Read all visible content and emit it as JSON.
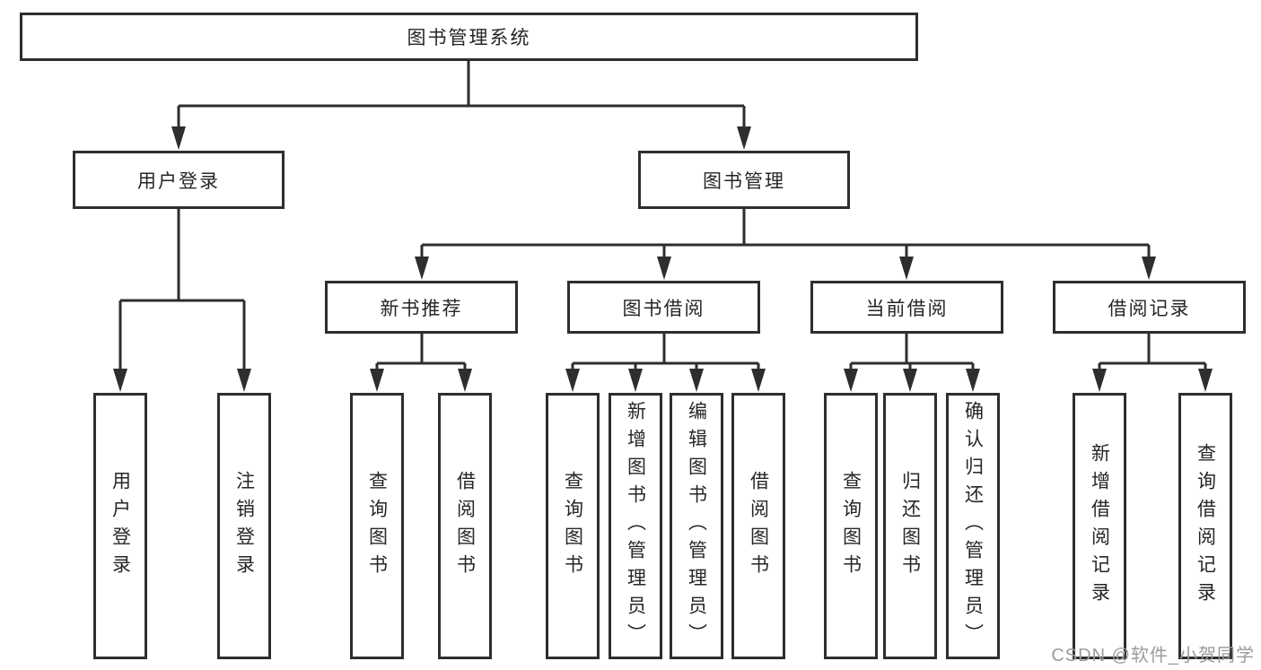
{
  "diagram": {
    "title": "图书管理系统",
    "level2": [
      {
        "label": "用户登录"
      },
      {
        "label": "图书管理"
      }
    ],
    "level3": [
      {
        "label": "新书推荐",
        "parent": "图书管理"
      },
      {
        "label": "图书借阅",
        "parent": "图书管理"
      },
      {
        "label": "当前借阅",
        "parent": "图书管理"
      },
      {
        "label": "借阅记录",
        "parent": "图书管理"
      }
    ],
    "leaves": [
      {
        "label": "用户登录",
        "parent": "用户登录"
      },
      {
        "label": "注销登录",
        "parent": "用户登录"
      },
      {
        "label": "查询图书",
        "parent": "新书推荐"
      },
      {
        "label": "借阅图书",
        "parent": "新书推荐"
      },
      {
        "label": "查询图书",
        "parent": "图书借阅"
      },
      {
        "label": "新增图书（管理员）",
        "parent": "图书借阅"
      },
      {
        "label": "编辑图书（管理员）",
        "parent": "图书借阅"
      },
      {
        "label": "借阅图书",
        "parent": "图书借阅"
      },
      {
        "label": "查询图书",
        "parent": "当前借阅"
      },
      {
        "label": "归还图书",
        "parent": "当前借阅"
      },
      {
        "label": "确认归还（管理员）",
        "parent": "当前借阅"
      },
      {
        "label": "新增借阅记录",
        "parent": "借阅记录"
      },
      {
        "label": "查询借阅记录",
        "parent": "借阅记录"
      }
    ]
  },
  "watermark": "CSDN @软件_小贺同学",
  "colors": {
    "line": "#2e2e2e",
    "text": "#262626",
    "watermark": "#9b9b9b",
    "background": "#ffffff"
  }
}
